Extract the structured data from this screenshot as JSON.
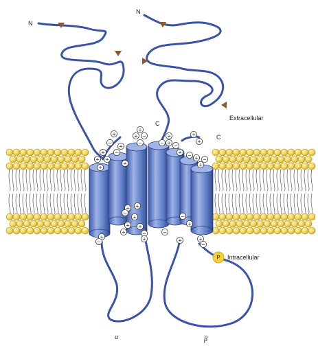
{
  "labels": {
    "n_terminus_alpha": "N",
    "n_terminus_beta": "N",
    "c_terminus_alpha": "C",
    "c_terminus_beta": "C",
    "extracellular": "Extracellular",
    "intracellular": "Intracellular",
    "phosphate": "P",
    "subunit_alpha": "α",
    "subunit_beta": "β"
  },
  "charge_symbols": {
    "positive": "+",
    "negative": "−"
  },
  "colors": {
    "membrane_head": "#f2d65a",
    "membrane_head_outline": "#b08d1a",
    "membrane_tail": "#555555",
    "helix_fill": "#5f7fc8",
    "helix_dark": "#3f5aa8",
    "helix_light": "#9fb3e6",
    "chain": "#3b53a6",
    "glycosylation": "#8a5a2a",
    "phosphate": "#f5d23a"
  }
}
